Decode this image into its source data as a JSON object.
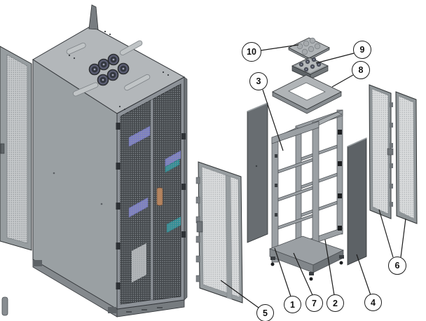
{
  "figure": {
    "type": "exploded-parts-diagram",
    "subject": "Server rack cabinet with exploded component view",
    "background": "#ffffff"
  },
  "callouts": {
    "c1": {
      "label": "1",
      "part": "frame-front-post"
    },
    "c2": {
      "label": "2",
      "part": "frame-cross-rail"
    },
    "c3": {
      "label": "3",
      "part": "frame-vertical-post"
    },
    "c4": {
      "label": "4",
      "part": "side-panel"
    },
    "c5": {
      "label": "5",
      "part": "front-perforated-door"
    },
    "c6": {
      "label": "6",
      "part": "rear-split-doors"
    },
    "c7": {
      "label": "7",
      "part": "base-plinth"
    },
    "c8": {
      "label": "8",
      "part": "top-frame-panel"
    },
    "c9": {
      "label": "9",
      "part": "fan-tray"
    },
    "c10": {
      "label": "10",
      "part": "top-cover-plate"
    }
  },
  "colors": {
    "background": "#ffffff",
    "outline": "#2f3234",
    "cabinet_top": "#b3b7ba",
    "cabinet_side": "#9aa0a3",
    "cabinet_frame": "#8d9298",
    "mesh_dark": "#43474b",
    "mesh_mid": "#c6c9cb",
    "mesh_light": "#dadcdd",
    "panel_dark": "#5d6266",
    "panel_dark2": "#686d71",
    "frame_gray": "#9ba0a4",
    "plinth": "#84898d",
    "equipment_purple": "#7b7ec2",
    "equipment_teal": "#2f8d95",
    "handle_copper": "#b5845f",
    "fan_dark": "#33373f",
    "callout_border": "#1b1b1b",
    "callout_fill": "#ffffff"
  }
}
